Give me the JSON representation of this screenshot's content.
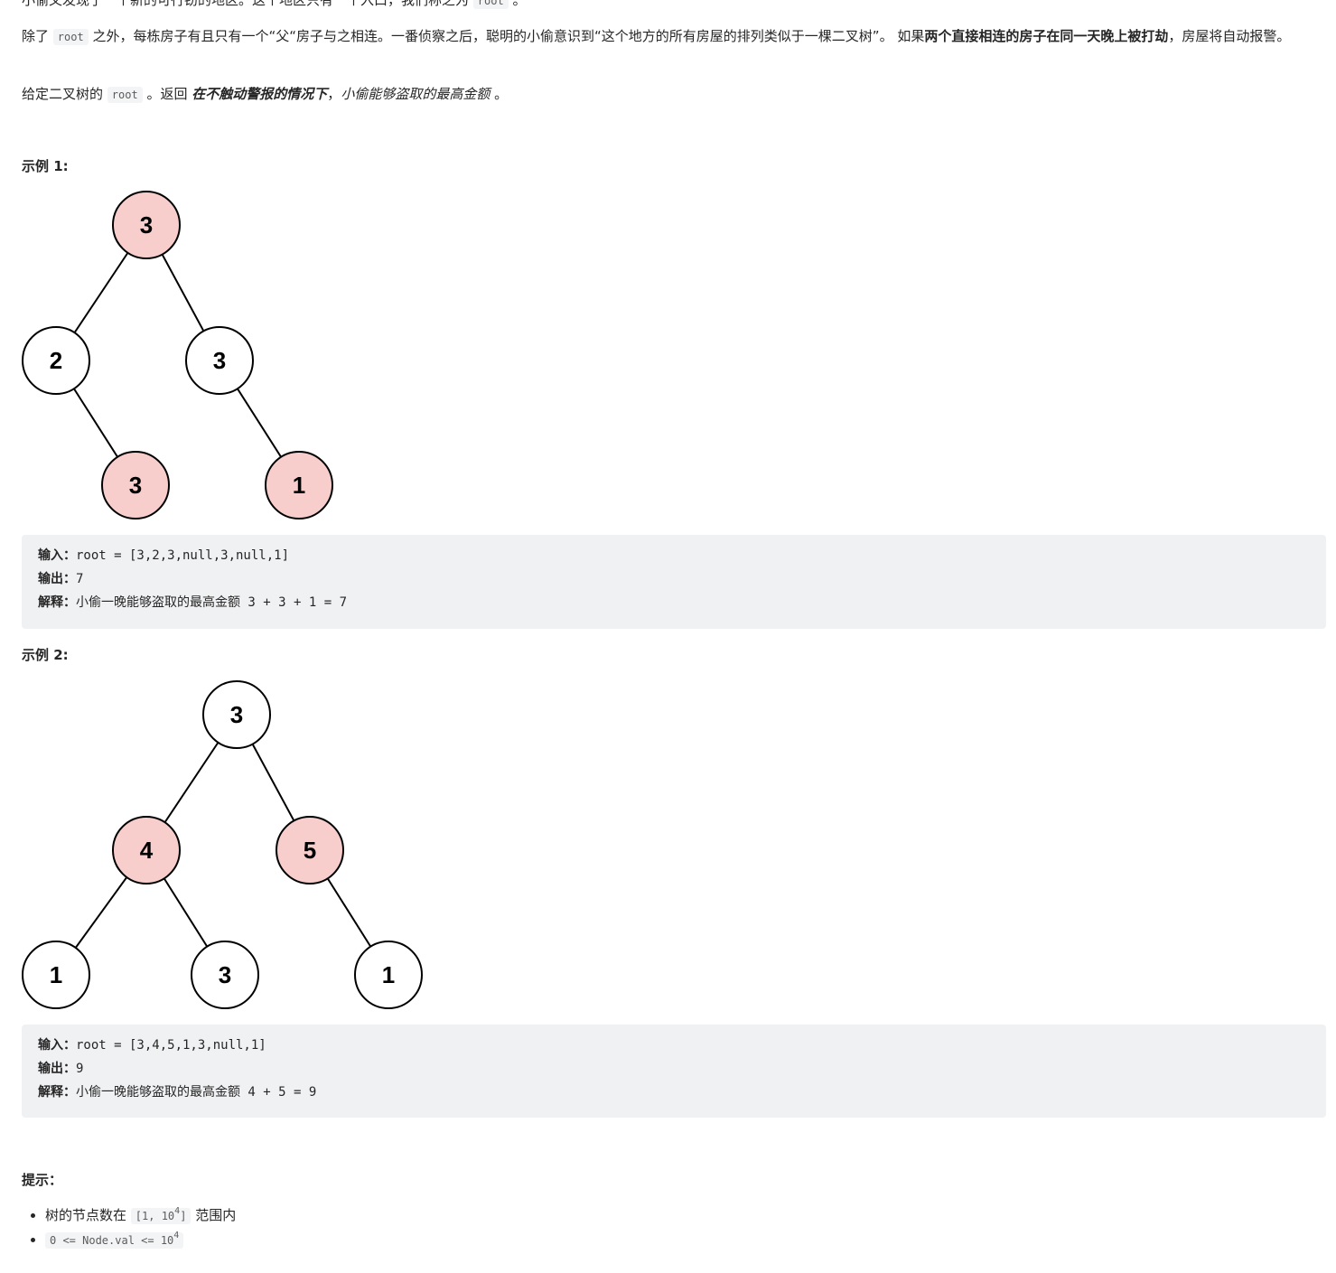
{
  "intro": {
    "line0_prefix": "小偷又发现了一个新的可行窃的地区。这个地区只有一个入口，我们称之为",
    "line0_code": "root",
    "line0_suffix": "。",
    "p1_a": "除了",
    "p1_code": "root",
    "p1_b": "之外，每栋房子有且只有一个“父“房子与之相连。一番侦察之后，聪明的小偷意识到“这个地方的所有房屋的排列类似于一棵二叉树”。 如果",
    "p1_bold": "两个直接相连的房子在同一天晚上被打劫",
    "p1_c": "，房屋将自动报警。",
    "p2_a": "给定二叉树的",
    "p2_code": "root",
    "p2_b": "。返回",
    "p2_bold": "在不触动警报的情况下",
    "p2_c": "，",
    "p2_it": "小偷能够盗取的最高金额",
    "p2_d": "。"
  },
  "example1": {
    "title": "示例 1:",
    "tree": {
      "nodes": [
        {
          "label": "3",
          "robbed": true
        },
        {
          "label": "2",
          "robbed": false
        },
        {
          "label": "3",
          "robbed": false
        },
        {
          "label": "3",
          "robbed": true
        },
        {
          "label": "1",
          "robbed": true
        }
      ]
    },
    "input_label": "输入：",
    "input_value": "root = [3,2,3,null,3,null,1]",
    "output_label": "输出：",
    "output_value": "7",
    "explain_label": "解释：",
    "explain_value": "小偷一晚能够盗取的最高金额 3 + 3 + 1 = 7"
  },
  "example2": {
    "title": "示例 2:",
    "tree": {
      "nodes": [
        {
          "label": "3",
          "robbed": false
        },
        {
          "label": "4",
          "robbed": true
        },
        {
          "label": "5",
          "robbed": true
        },
        {
          "label": "1",
          "robbed": false
        },
        {
          "label": "3",
          "robbed": false
        },
        {
          "label": "1",
          "robbed": false
        }
      ]
    },
    "input_label": "输入：",
    "input_value": "root = [3,4,5,1,3,null,1]",
    "output_label": "输出：",
    "output_value": "9",
    "explain_label": "解释：",
    "explain_value": "小偷一晚能够盗取的最高金额 4 + 5 = 9"
  },
  "hints": {
    "title": "提示：",
    "item1_code_a": "[1, 10",
    "item1_sup": "4",
    "item1_code_b": "]",
    "item1_prefix": "树的节点数在",
    "item1_suffix": "范围内",
    "item2_code": "0 <= Node.val <= 10",
    "item2_sup": "4"
  },
  "colors": {
    "robbed_fill": "#f8cecc",
    "normal_fill": "#ffffff",
    "code_bg": "#f0f1f3"
  }
}
